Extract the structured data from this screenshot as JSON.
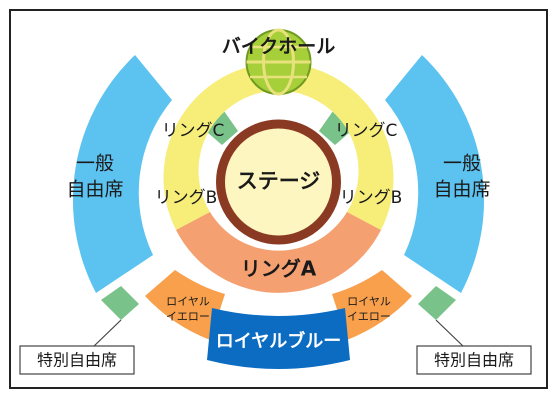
{
  "venue": {
    "ball_label": "バイクホール",
    "stage_label": "ステージ",
    "general_left_line1": "一般",
    "general_left_line2": "自由席",
    "general_right_line1": "一般",
    "general_right_line2": "自由席",
    "ring_c_left": "リングC",
    "ring_c_right": "リングC",
    "ring_b_left": "リングB",
    "ring_b_right": "リングB",
    "ring_a": "リングA",
    "royal_yellow_left_line1": "ロイヤル",
    "royal_yellow_left_line2": "イエロー",
    "royal_yellow_right_line1": "ロイヤル",
    "royal_yellow_right_line2": "イエロー",
    "royal_blue": "ロイヤルブルー",
    "special_left": "特別自由席",
    "special_right": "特別自由席"
  },
  "colors": {
    "border": "#222222",
    "general": "#5cc3f0",
    "ring_c": "#79c28a",
    "ring_b": "#f7ee7a",
    "ring_a": "#f5a070",
    "royal_yellow": "#f8a04c",
    "royal_blue": "#0b6cc1",
    "stage_fill": "#fdf6c0",
    "stage_ring": "#8a3a22",
    "special": "#79c28a",
    "ball_green": "#a7cf3a",
    "ball_yellow": "#e8e27c"
  }
}
